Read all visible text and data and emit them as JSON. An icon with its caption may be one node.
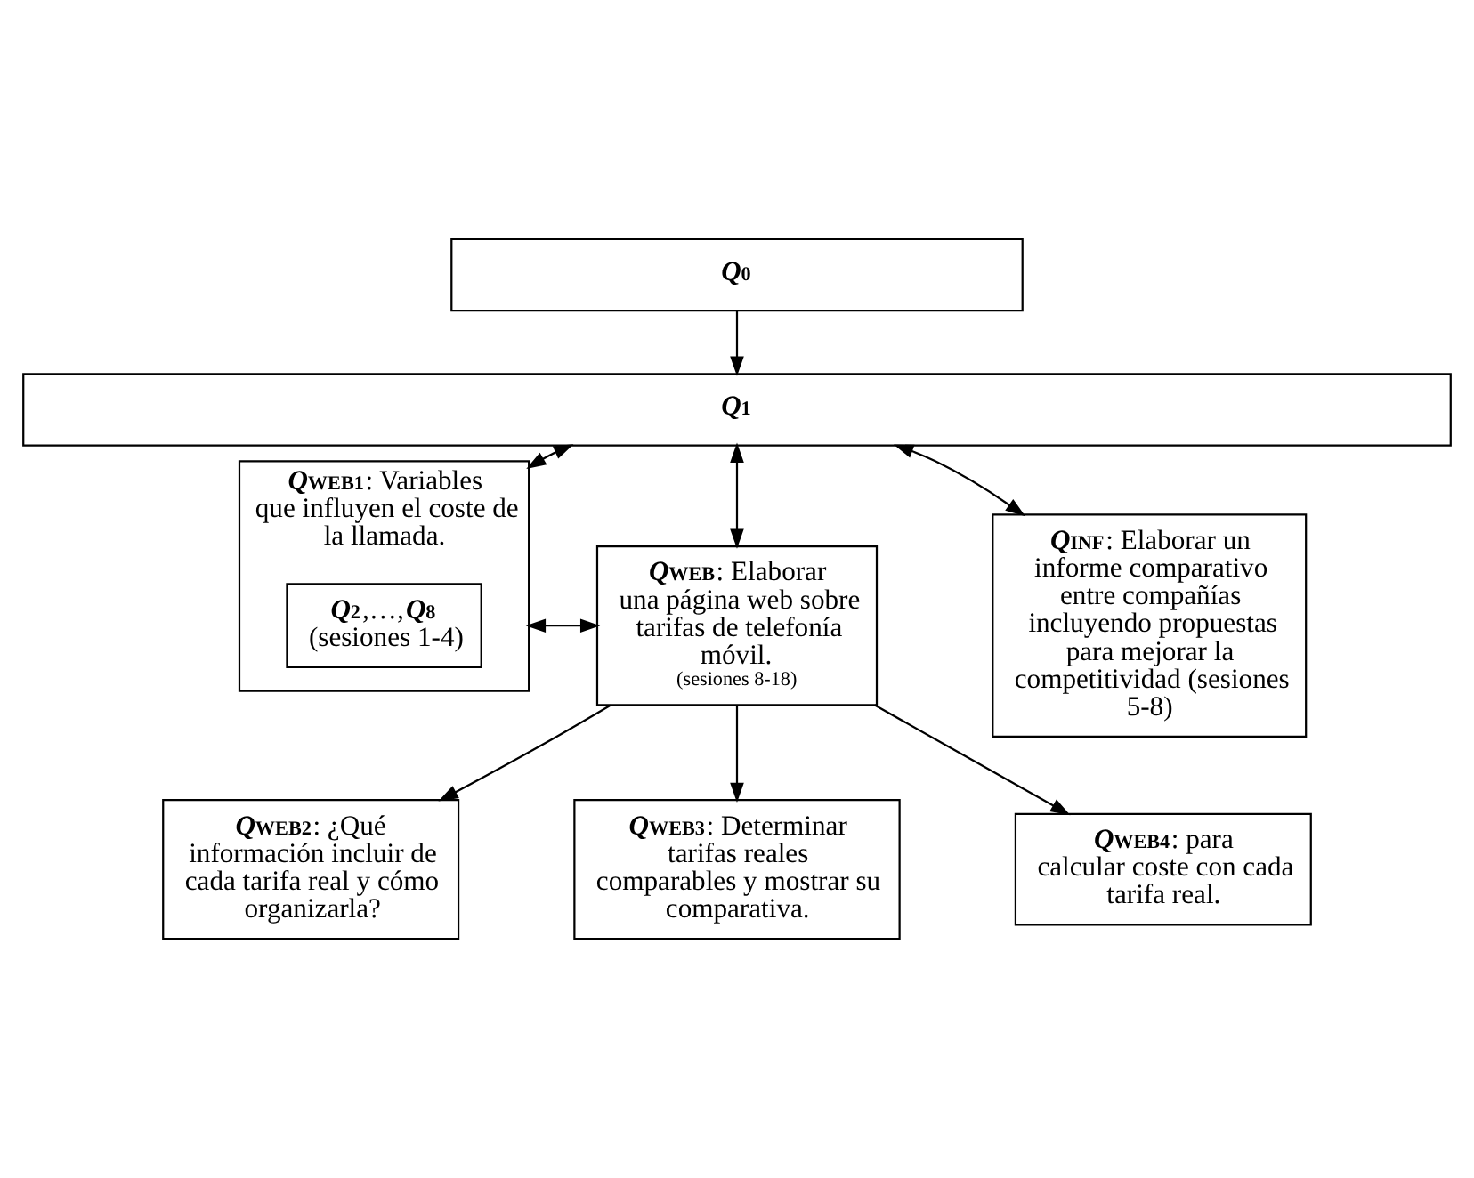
{
  "diagram": {
    "nodes": [
      {
        "text": [
          "*Q*$_{0}$"
        ]
      },
      {
        "text": [
          "*Q*$_{1}$"
        ]
      },
      {
        "text": [
          "*Q*$_{WEB1}$: Variables que influyen el coste de la llamada."
        ]
      },
      {
        "text": [
          "*Q*$_{2}$,…,*Q*$_{8}$ (sesiones 1-4)"
        ],
        "in": 2
      },
      {
        "text": [
          "*Q*$_{WEB}$: Elaborar una página web sobre tarifas de telefonía móvil.",
          "(sesiones 8-18)"
        ]
      },
      {
        "text": [
          "*Q*$_{INF}$: Elaborar un informe comparativo entre compañías incluyendo propuestas para mejorar la competitividad (sesiones 5-8)"
        ]
      },
      {
        "text": [
          "*Q*$_{WEB2}$: ¿Qué información incluir de cada tarifa real y cómo organizarla?"
        ]
      },
      {
        "text": [
          "*Q*$_{WEB3}$: Determinar tarifas reales comparables y mostrar su comparativa."
        ]
      },
      {
        "text": [
          "*Q*$_{WEB4}$: para calcular coste con cada tarifa real."
        ]
      }
    ],
    "edges": [
      {
        "from": 0,
        "to": 1,
        "arrow": "to"
      },
      {
        "from": 1,
        "to": 2,
        "arrow": "both"
      },
      {
        "from": 1,
        "to": 4,
        "arrow": "both"
      },
      {
        "from": 1,
        "to": 5,
        "arrow": "both"
      },
      {
        "from": 2,
        "to": 4,
        "arrow": "both"
      },
      {
        "from": 4,
        "to": 6,
        "arrow": "to"
      },
      {
        "from": 4,
        "to": 7,
        "arrow": "to"
      },
      {
        "from": 4,
        "to": 8,
        "arrow": "to"
      }
    ]
  }
}
